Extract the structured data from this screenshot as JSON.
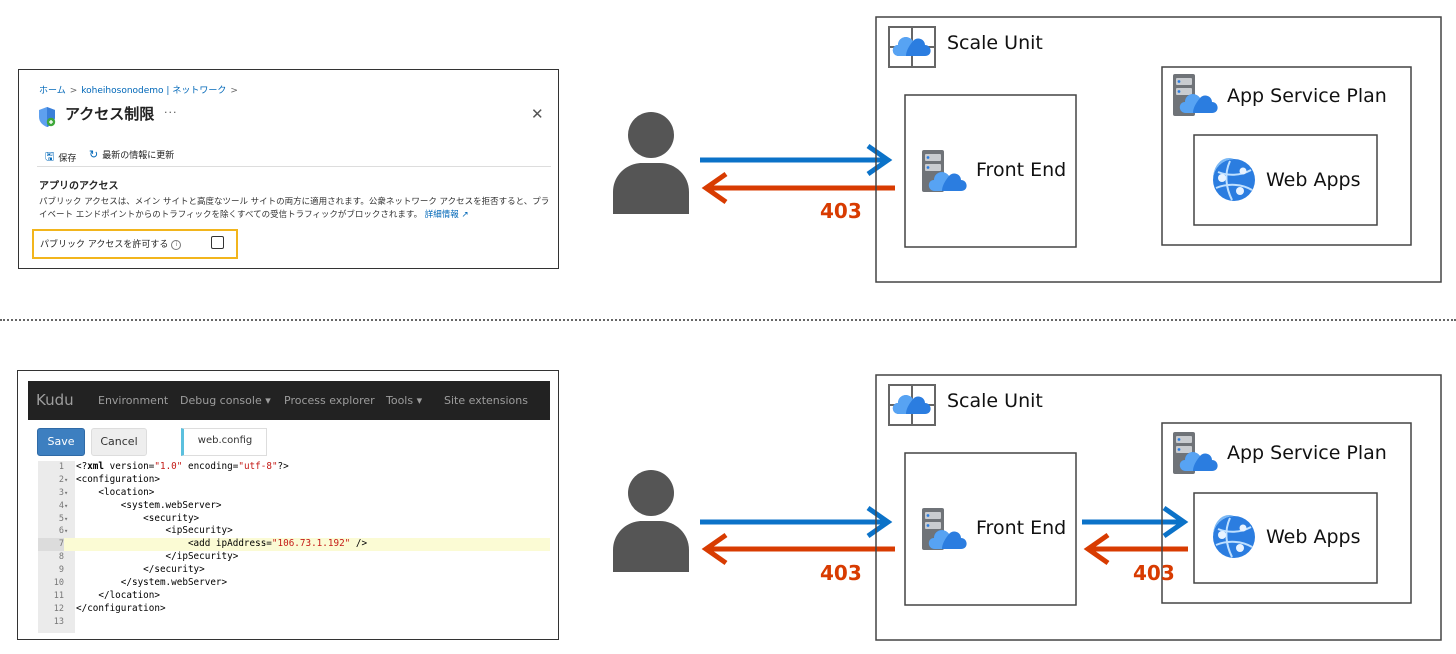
{
  "portal": {
    "breadcrumb": [
      "ホーム",
      "koheihosonodemo | ネットワーク"
    ],
    "title": "アクセス制限",
    "more": "···",
    "close": "✕",
    "toolbar": {
      "save": "保存",
      "refresh": "最新の情報に更新"
    },
    "section_title": "アプリのアクセス",
    "description": "パブリック アクセスは、メイン サイトと高度なツール サイトの両方に適用されます。公衆ネットワーク アクセスを拒否すると、プライベート エンドポイントからのトラフィックを除くすべての受信トラフィックがブロックされます。",
    "details_link": "詳細情報",
    "checkbox_label": "パブリック アクセスを許可する",
    "checkbox_checked": false,
    "highlight_color": "#f2b51c"
  },
  "kudu": {
    "brand": "Kudu",
    "nav": [
      "Environment",
      "Debug console ▾",
      "Process explorer",
      "Tools ▾",
      "Site extensions"
    ],
    "save": "Save",
    "cancel": "Cancel",
    "filename": "web.config",
    "code_lines": [
      {
        "n": "1",
        "fold": "",
        "text": "<?xml version=\"1.0\" encoding=\"utf-8\"?>"
      },
      {
        "n": "2",
        "fold": "▾",
        "text": "<configuration>"
      },
      {
        "n": "3",
        "fold": "▾",
        "text": "    <location>"
      },
      {
        "n": "4",
        "fold": "▾",
        "text": "        <system.webServer>"
      },
      {
        "n": "5",
        "fold": "▾",
        "text": "            <security>"
      },
      {
        "n": "6",
        "fold": "▾",
        "text": "                <ipSecurity>"
      },
      {
        "n": "7",
        "fold": "",
        "text": "                    <add ipAddress=\"106.73.1.192\" />"
      },
      {
        "n": "8",
        "fold": "",
        "text": "                </ipSecurity>"
      },
      {
        "n": "9",
        "fold": "",
        "text": "            </security>"
      },
      {
        "n": "10",
        "fold": "",
        "text": "        </system.webServer>"
      },
      {
        "n": "11",
        "fold": "",
        "text": "    </location>"
      },
      {
        "n": "12",
        "fold": "",
        "text": "</configuration>"
      },
      {
        "n": "13",
        "fold": "",
        "text": ""
      }
    ],
    "active_line": "7"
  },
  "diagram": {
    "scale_unit": "Scale Unit",
    "front_end": "Front End",
    "app_service_plan": "App Service Plan",
    "web_apps": "Web Apps",
    "status_code": "403",
    "colors": {
      "request": "#0b72c8",
      "response": "#d83b01",
      "user": "#555555"
    }
  }
}
